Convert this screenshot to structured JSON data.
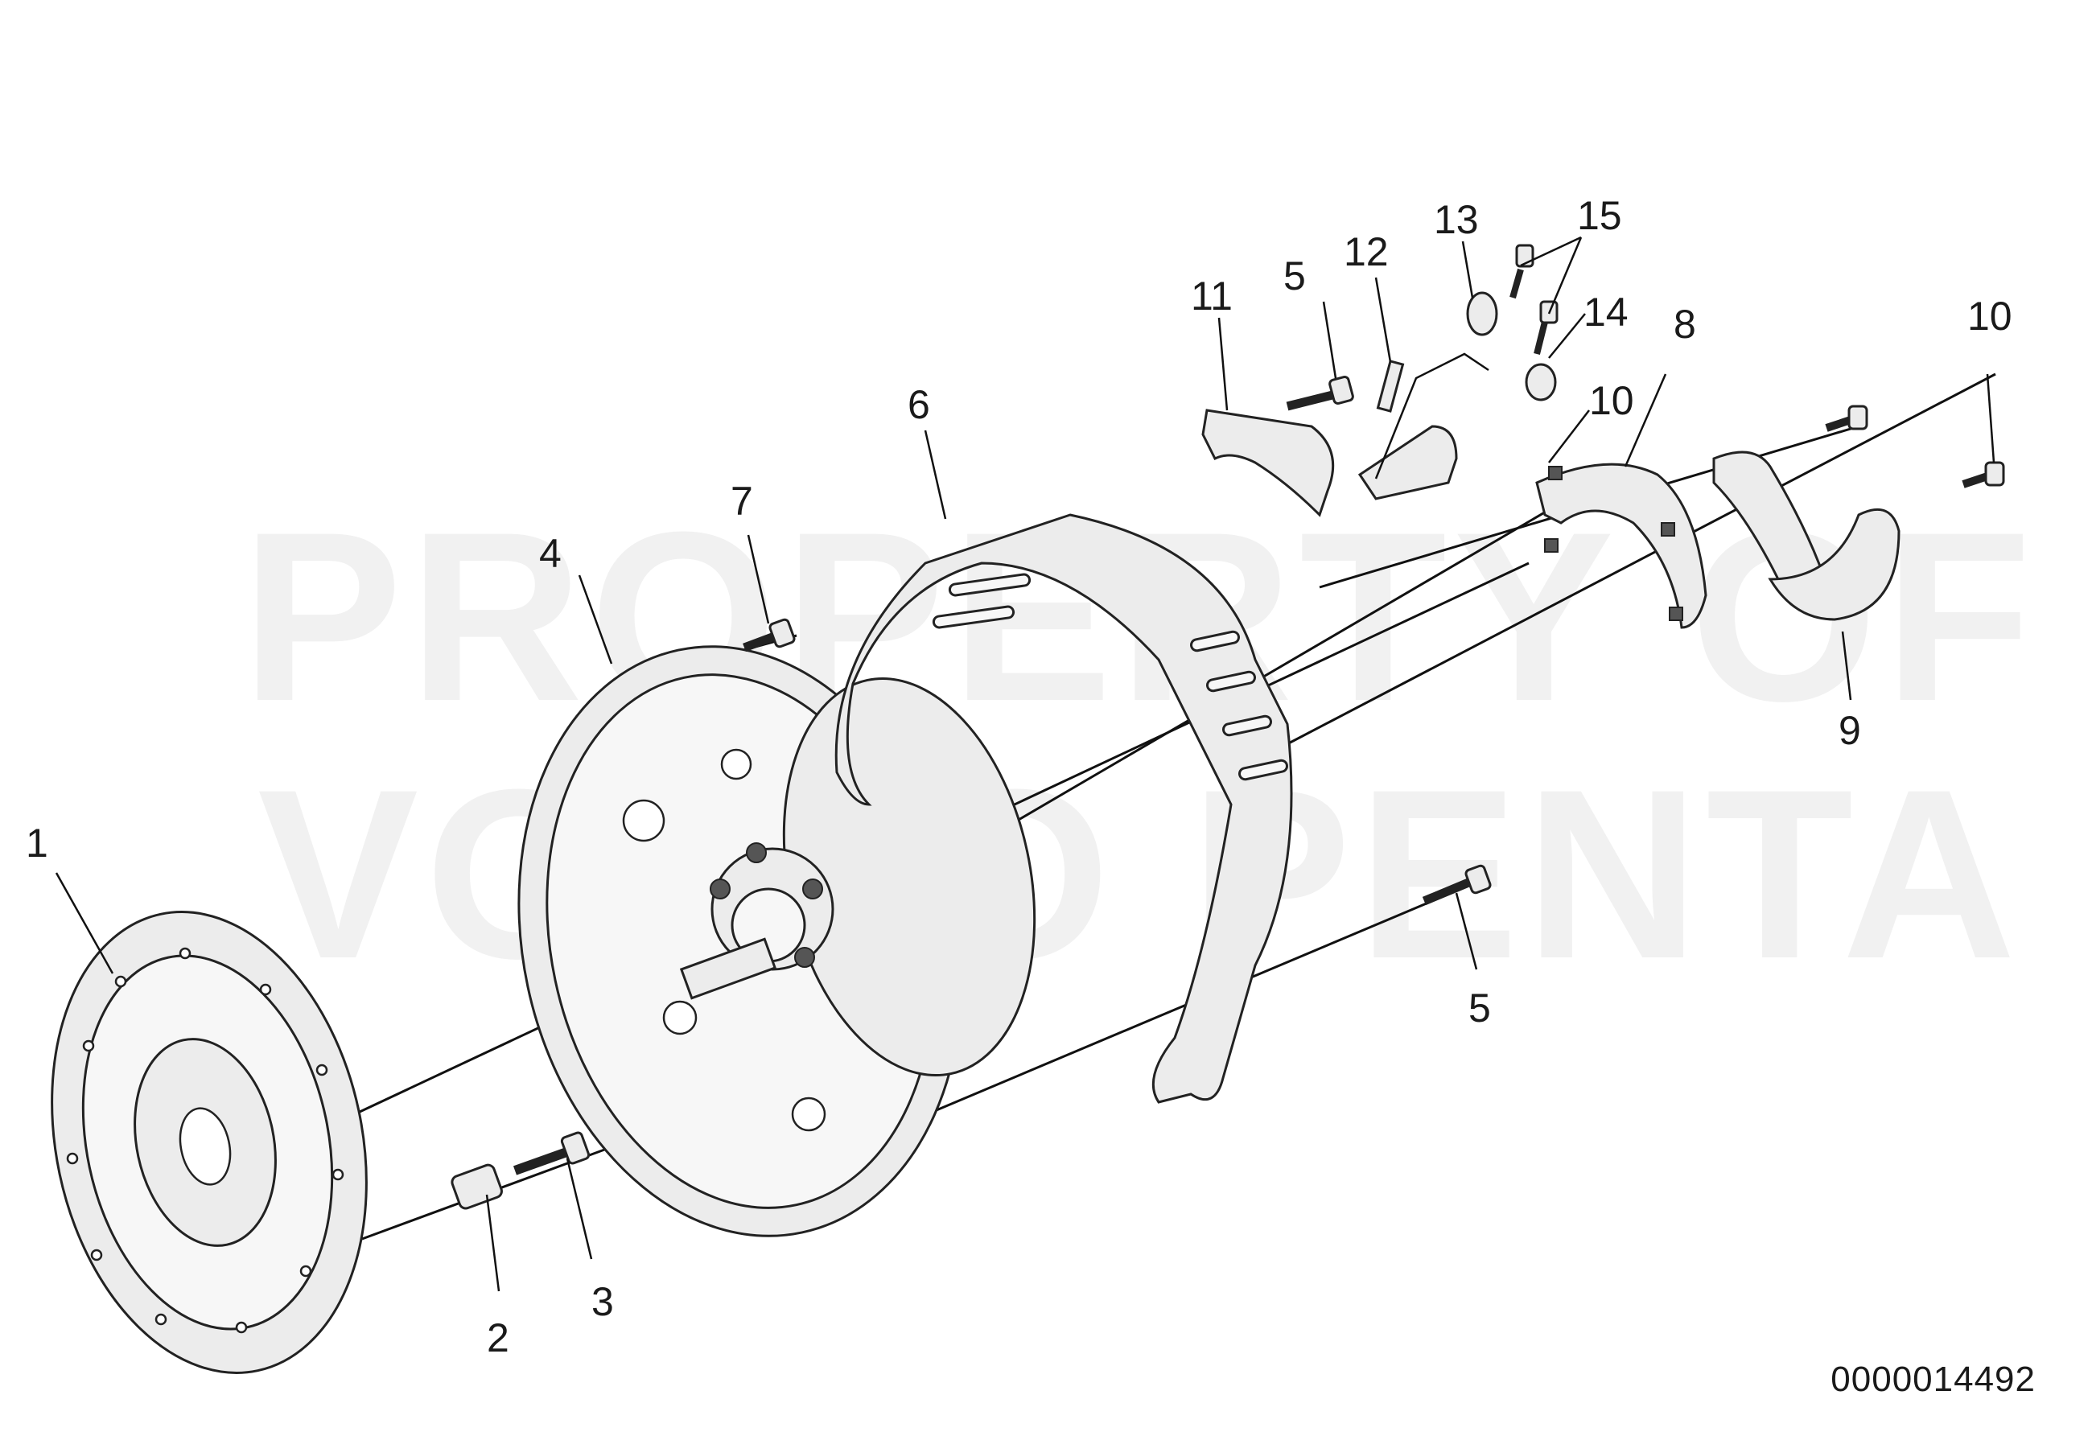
{
  "watermark": {
    "line1": "PROPERTY OF",
    "line2": "VOLVO PENTA"
  },
  "callouts": [
    "1",
    "2",
    "3",
    "4",
    "5",
    "5",
    "6",
    "7",
    "8",
    "9",
    "10",
    "10",
    "11",
    "12",
    "13",
    "14",
    "15"
  ],
  "document_number": "0000014492"
}
